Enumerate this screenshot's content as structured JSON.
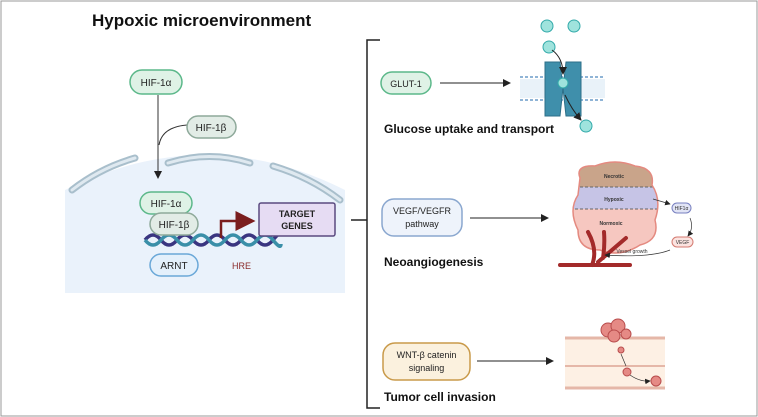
{
  "title": "Hypoxic microenvironment",
  "left": {
    "hif1a_top": "HIF-1α",
    "hif1b_top": "HIF-1β",
    "hif1a_bound": "HIF-1α",
    "hif1b_bound": "HIF-1β",
    "arnt": "ARNT",
    "hre": "HRE",
    "target_line1": "TARGET",
    "target_line2": "GENES"
  },
  "right": {
    "glut": {
      "label": "GLUT-1",
      "caption": "Glucose uptake and transport"
    },
    "vegf": {
      "line1": "VEGF/VEGFR",
      "line2": "pathway",
      "caption": "Neoangiogenesis",
      "tumor": {
        "necrotic": "Necrotic",
        "hypoxic": "Hypoxic",
        "normoxic": "Normoxic",
        "hif": "HIF1α",
        "vegf": "VEGF",
        "vessel": "Vessel growth"
      }
    },
    "wnt": {
      "line1": "WNT-β catenin",
      "line2": "signaling",
      "caption": "Tumor cell invasion"
    }
  },
  "colors": {
    "green": "#5cb88a",
    "purple": "#5a4a80",
    "red": "#8b2020",
    "blue_bg": "#eaf2fb"
  }
}
